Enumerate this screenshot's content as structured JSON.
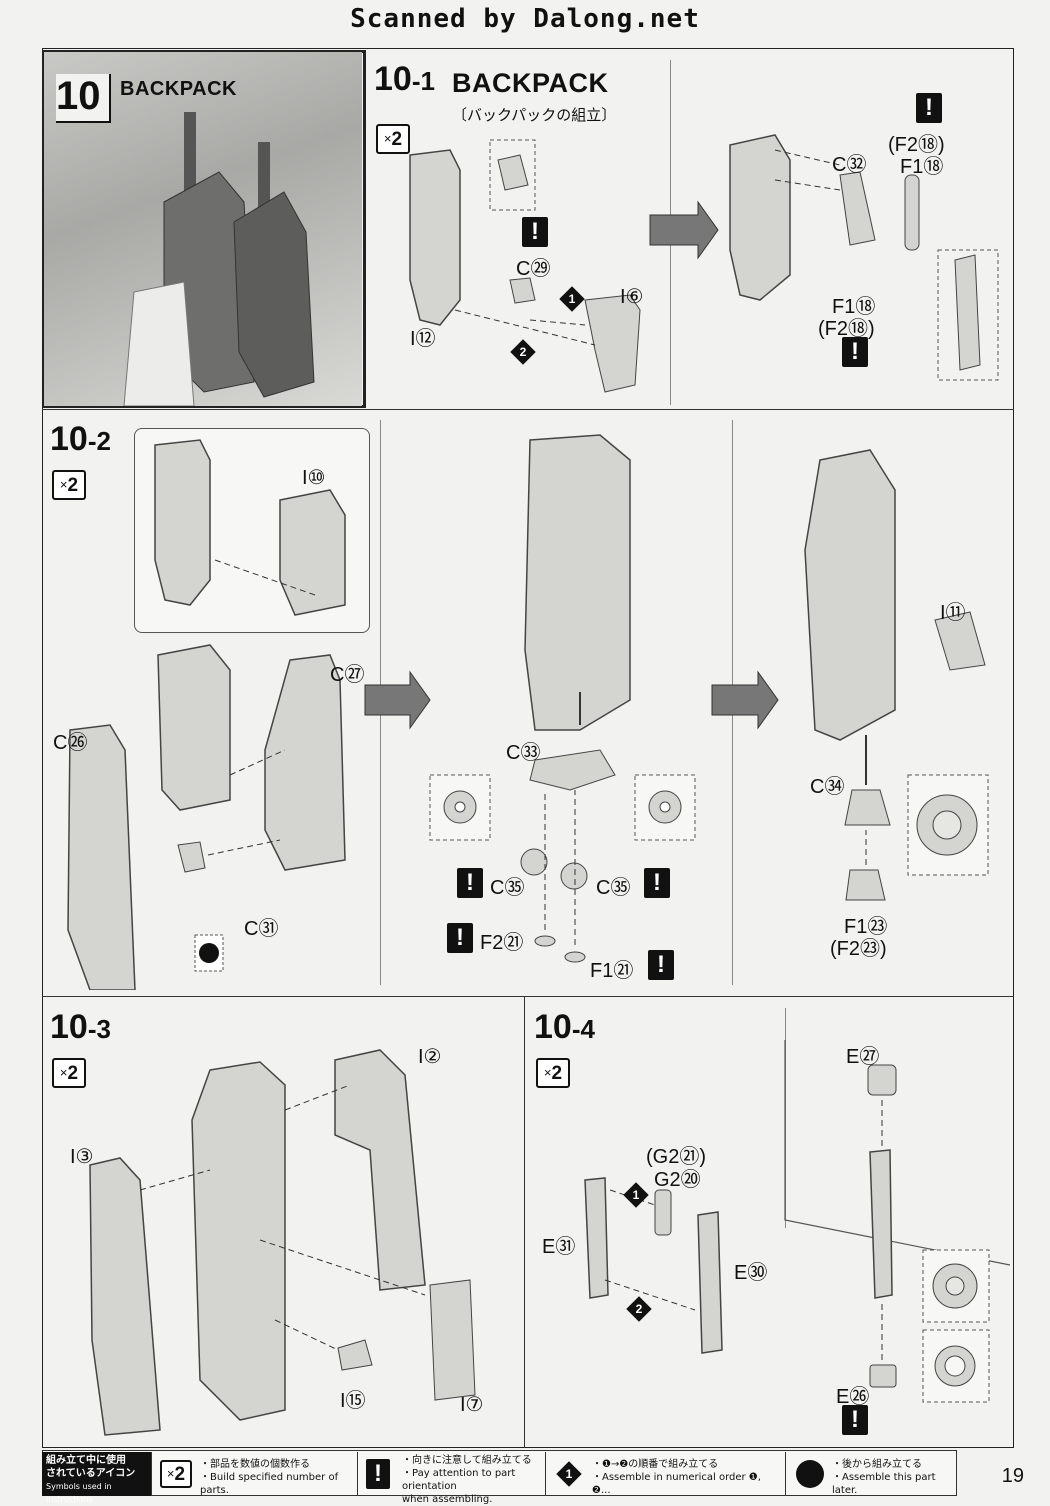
{
  "watermark": "Scanned by Dalong.net",
  "step10": {
    "number": "10",
    "title": "BACKPACK"
  },
  "step10_1": {
    "number": "10",
    "sub": "-1",
    "title": "BACKPACK",
    "subtitle_jp": "〔バックパックの組立〕",
    "multiplier": "2",
    "parts": [
      "I⑫",
      "C㉙",
      "I⑥",
      "C㉜",
      "(F2⑱)",
      "F1⑱",
      "F1⑱",
      "(F2⑱)"
    ]
  },
  "step10_2": {
    "number": "10",
    "sub": "-2",
    "multiplier": "2",
    "parts": [
      "I⑩",
      "C㉗",
      "C㉖",
      "C㉛",
      "C㉝",
      "C㉟",
      "C㉟",
      "F2㉑",
      "F1㉑",
      "I⑪",
      "C㉞",
      "F1㉓",
      "(F2㉓)"
    ]
  },
  "step10_3": {
    "number": "10",
    "sub": "-3",
    "multiplier": "2",
    "parts": [
      "I②",
      "I③",
      "I⑮",
      "I⑦"
    ]
  },
  "step10_4": {
    "number": "10",
    "sub": "-4",
    "multiplier": "2",
    "parts": [
      "E㉗",
      "(G2㉑)",
      "G2⑳",
      "E㉛",
      "E㉚",
      "E㉖"
    ]
  },
  "icons": {
    "warn_glyph": "!",
    "order_1": "1",
    "order_2": "2"
  },
  "footer": {
    "heading_jp_1": "組み立て中に使用",
    "heading_jp_2": "されているアイコン",
    "heading_en": "Symbols used in instructions",
    "x2_jp": "・部品を数値の個数作る",
    "x2_en": "・Build specified number of parts.",
    "warn_jp": "・向きに注意して組み立てる",
    "warn_en_1": "・Pay attention to part orientation",
    "warn_en_2": "when assembling.",
    "order_jp": "・❶→❷の順番で組み立てる",
    "order_en": "・Assemble in numerical order ❶, ❷...",
    "later_jp": "・後から組み立てる",
    "later_en": "・Assemble this part later."
  },
  "page_number": "19"
}
